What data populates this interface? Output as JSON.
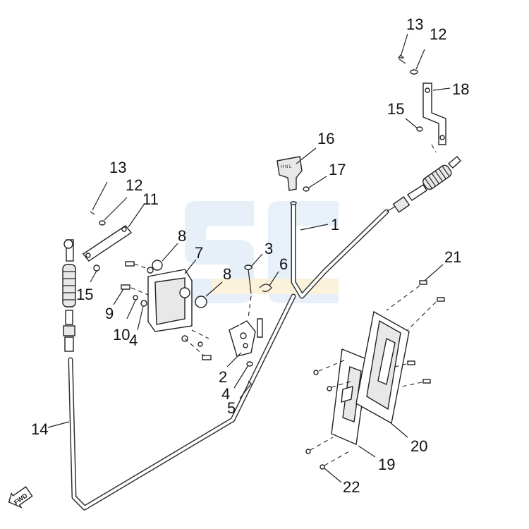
{
  "diagram": {
    "callouts": [
      {
        "id": "c13a",
        "text": "13"
      },
      {
        "id": "c12a",
        "text": "12"
      },
      {
        "id": "c18",
        "text": "18"
      },
      {
        "id": "c15a",
        "text": "15"
      },
      {
        "id": "c16",
        "text": "16"
      },
      {
        "id": "c17",
        "text": "17"
      },
      {
        "id": "c13b",
        "text": "13"
      },
      {
        "id": "c12b",
        "text": "12"
      },
      {
        "id": "c11",
        "text": "11"
      },
      {
        "id": "c1",
        "text": "1"
      },
      {
        "id": "c8a",
        "text": "8"
      },
      {
        "id": "c7",
        "text": "7"
      },
      {
        "id": "c3",
        "text": "3"
      },
      {
        "id": "c6",
        "text": "6"
      },
      {
        "id": "c8b",
        "text": "8"
      },
      {
        "id": "c15b",
        "text": "15"
      },
      {
        "id": "c9",
        "text": "9"
      },
      {
        "id": "c10",
        "text": "10"
      },
      {
        "id": "c4a",
        "text": "4"
      },
      {
        "id": "c21",
        "text": "21"
      },
      {
        "id": "c2",
        "text": "2"
      },
      {
        "id": "c4b",
        "text": "4"
      },
      {
        "id": "c5",
        "text": "5"
      },
      {
        "id": "c14",
        "text": "14"
      },
      {
        "id": "c20",
        "text": "20"
      },
      {
        "id": "c19",
        "text": "19"
      },
      {
        "id": "c22",
        "text": "22"
      }
    ],
    "fwd_badge": "FWD",
    "colors": {
      "line": "#222222",
      "watermark_blue": "#bcd3ee",
      "watermark_yellow": "#f5dc9c"
    }
  }
}
